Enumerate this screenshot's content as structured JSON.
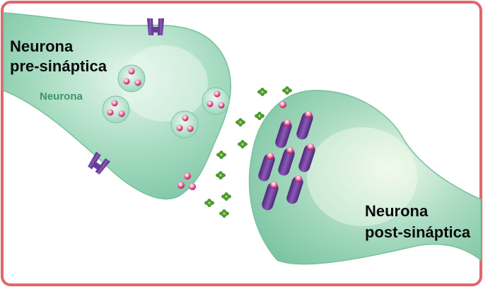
{
  "labels": {
    "presynaptic_line1": "Neurona",
    "presynaptic_line2": "pre-sináptica",
    "inner": "Neurona",
    "postsynaptic_line1": "Neurona",
    "postsynaptic_line2": "post-sináptica"
  },
  "colors": {
    "frame": "#e0666b",
    "membrane": "#8fd3b4",
    "membrane_highlight": "#e6f7ee",
    "vesicle": "#a9dfc6",
    "neurotransmitter": "#d6246e",
    "receptor": "#6b3c96",
    "ligand": "#4d9a2f"
  },
  "icons": {
    "vesicle": "vesicle-icon",
    "neurotransmitter": "neurotransmitter-icon",
    "receptor": "receptor-icon",
    "ion_channel": "ion-channel-icon",
    "ligand": "ligand-icon"
  }
}
